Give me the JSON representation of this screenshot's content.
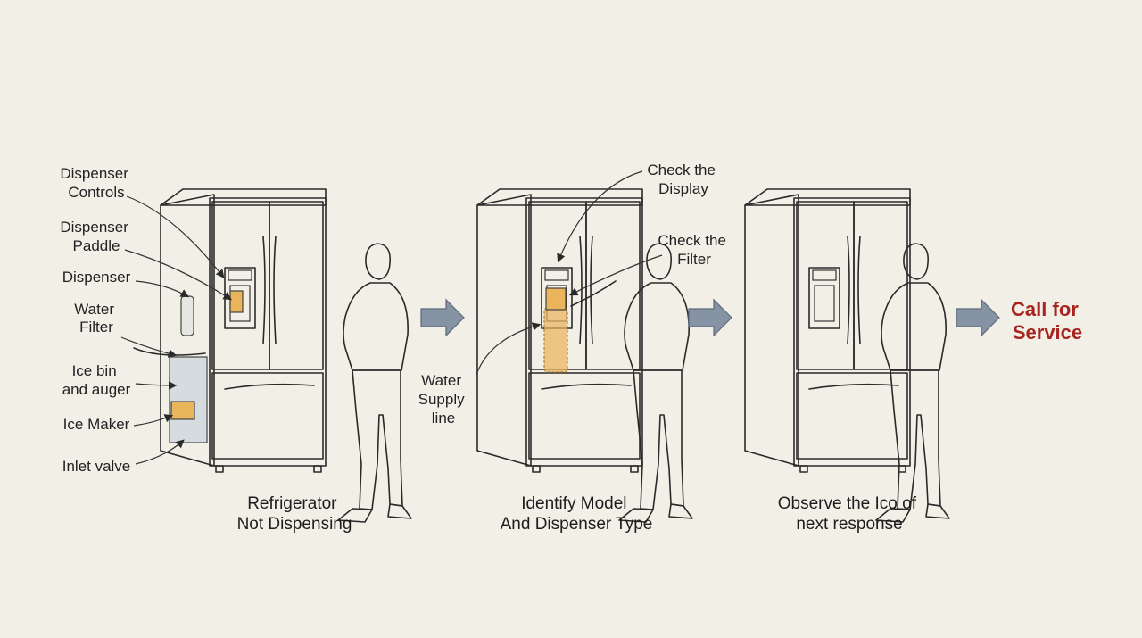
{
  "colors": {
    "background": "#f1efe6",
    "fridge_side": "#aeb7c3",
    "fridge_front": "#f4f3ee",
    "highlight": "#e9b45a",
    "arrow": "#8593a5",
    "service_text": "#a8241f"
  },
  "panel1": {
    "callouts": [
      [
        "Dispenser",
        "Controls"
      ],
      [
        "Dispenser",
        "Paddle"
      ],
      [
        "Dispenser"
      ],
      [
        "Water",
        "Filter"
      ],
      [
        "Ice bin",
        "and auger"
      ],
      [
        "Ice Maker"
      ],
      [
        "Inlet valve"
      ]
    ],
    "caption": [
      "Refrigerator",
      "Not Dispensing"
    ]
  },
  "panel2": {
    "callouts": {
      "display": [
        "Check the",
        "Display"
      ],
      "filter": [
        "Check the",
        "Filter"
      ],
      "supply": [
        "Water",
        "Supply",
        "line"
      ]
    },
    "caption": [
      "Identify Model",
      "And Dispenser Type"
    ]
  },
  "panel3": {
    "caption": [
      "Observe the Ico of",
      "next response"
    ]
  },
  "service": [
    "Call for",
    "Service"
  ],
  "icons": {
    "flow_arrow": "right-arrow-icon",
    "person": "technician-figure"
  }
}
